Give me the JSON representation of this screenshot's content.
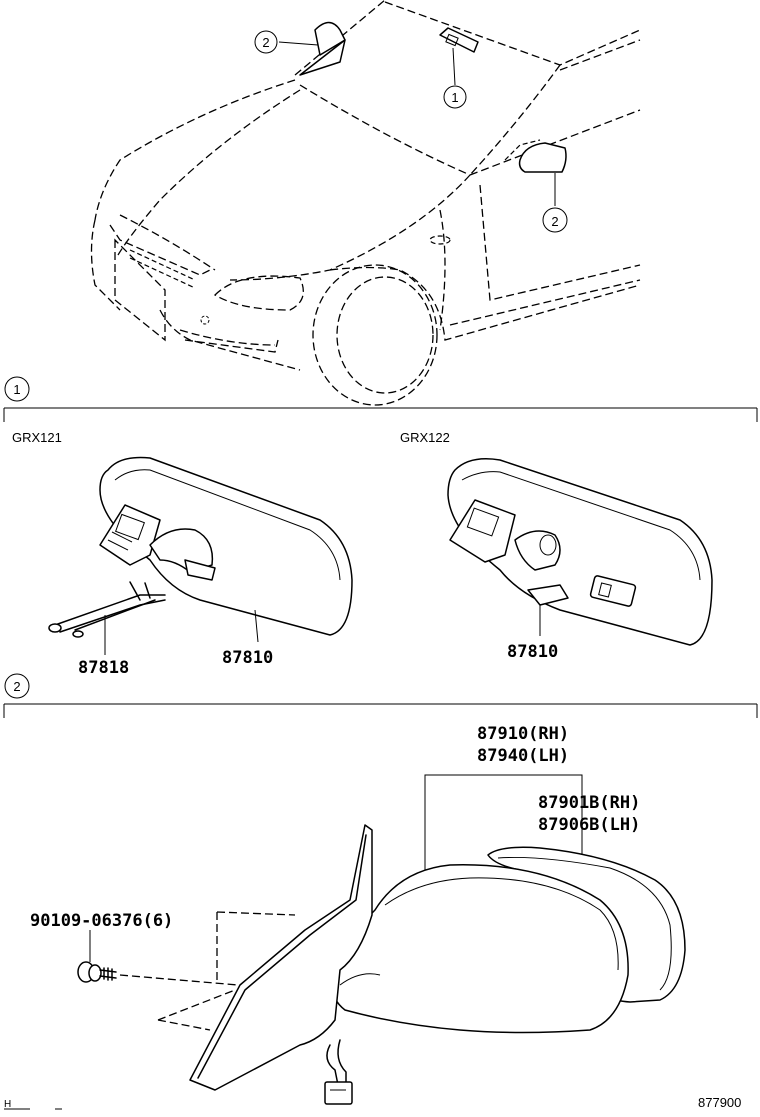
{
  "callouts": {
    "one": "1",
    "two": "2"
  },
  "sections": {
    "one": {
      "number": "1",
      "variant_left": "GRX121",
      "variant_right": "GRX122"
    },
    "two": {
      "number": "2"
    }
  },
  "parts": {
    "p87818": "87818",
    "p87810_left": "87810",
    "p87810_right": "87810",
    "p87910": "87910(RH)",
    "p87940": "87940(LH)",
    "p87901b": "87901B(RH)",
    "p87906b": "87906B(LH)",
    "p90109": "90109-06376(6)"
  },
  "footer": {
    "code": "877900",
    "mark": "H"
  }
}
